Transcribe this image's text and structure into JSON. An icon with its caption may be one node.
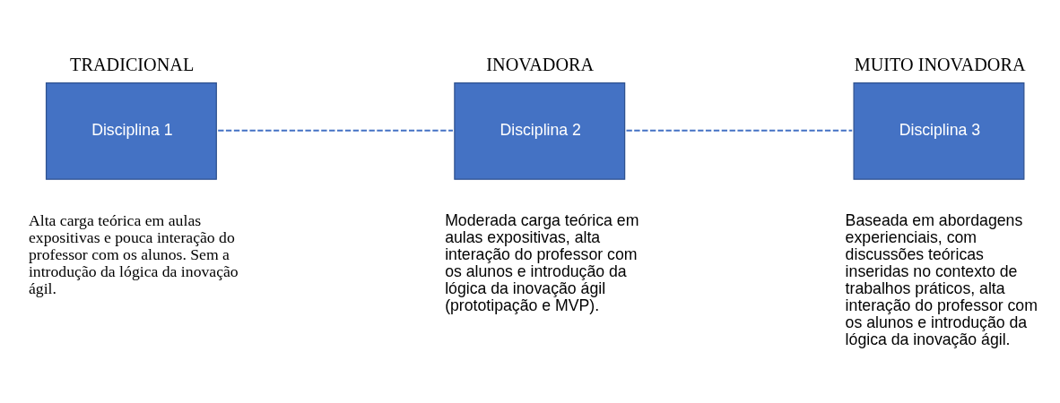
{
  "diagram": {
    "nodes": [
      {
        "text": [
          "TRADICIONAL",
          "Disciplina 1"
        ],
        "beside": [
          "Alta carga teórica em aulas expositivas e pouca interação do professor com os alunos. Sem a introdução da lógica da inovação ágil."
        ]
      },
      {
        "text": [
          "INOVADORA",
          "Disciplina 2"
        ],
        "beside": [
          "Moderada carga teórica em aulas expositivas, alta interação do professor com os alunos e introdução da lógica da inovação ágil (prototipação e MVP)."
        ]
      },
      {
        "text": [
          "MUITO INOVADORA",
          "Disciplina 3"
        ],
        "beside": [
          "Baseada em abordagens experienciais, com discussões teóricas inseridas no contexto de trabalhos práticos, alta interação do professor com os alunos e introdução da lógica da inovação ágil."
        ]
      }
    ],
    "edges": [
      {
        "from": 0,
        "to": 1,
        "arrow": "none",
        "style": "dashed"
      },
      {
        "from": 1,
        "to": 2,
        "arrow": "none",
        "style": "dashed"
      }
    ]
  }
}
